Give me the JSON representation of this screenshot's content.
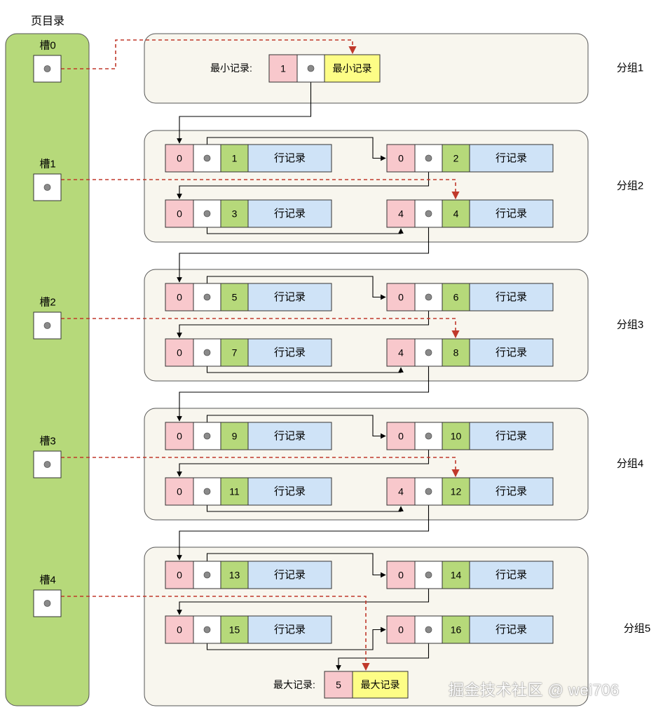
{
  "directory": {
    "title": "页目录",
    "slots": [
      "槽0",
      "槽1",
      "槽2",
      "槽3",
      "槽4"
    ]
  },
  "groups": [
    {
      "label": "分组1"
    },
    {
      "label": "分组2"
    },
    {
      "label": "分组3"
    },
    {
      "label": "分组4"
    },
    {
      "label": "分组5"
    }
  ],
  "infimum": {
    "caption": "最小记录:",
    "n_owned": "1",
    "name": "最小记录"
  },
  "supremum": {
    "caption": "最大记录:",
    "n_owned": "5",
    "name": "最大记录"
  },
  "record_text": "行记录",
  "records": [
    {
      "owned": "0",
      "id": "1"
    },
    {
      "owned": "0",
      "id": "2"
    },
    {
      "owned": "0",
      "id": "3"
    },
    {
      "owned": "4",
      "id": "4"
    },
    {
      "owned": "0",
      "id": "5"
    },
    {
      "owned": "0",
      "id": "6"
    },
    {
      "owned": "0",
      "id": "7"
    },
    {
      "owned": "4",
      "id": "8"
    },
    {
      "owned": "0",
      "id": "9"
    },
    {
      "owned": "0",
      "id": "10"
    },
    {
      "owned": "0",
      "id": "11"
    },
    {
      "owned": "4",
      "id": "12"
    },
    {
      "owned": "0",
      "id": "13"
    },
    {
      "owned": "0",
      "id": "14"
    },
    {
      "owned": "0",
      "id": "15"
    },
    {
      "owned": "0",
      "id": "16"
    }
  ],
  "watermark": "掘金技术社区 @ wei706",
  "colors": {
    "directory_fill": "#b6d97a",
    "group_fill": "#f8f6ee",
    "owned_fill": "#f8c8cc",
    "id_fill": "#b6d97a",
    "record_fill": "#cfe3f7",
    "name_fill": "#fdfd86",
    "slot_link": "#c0392b",
    "record_link": "#000000"
  }
}
